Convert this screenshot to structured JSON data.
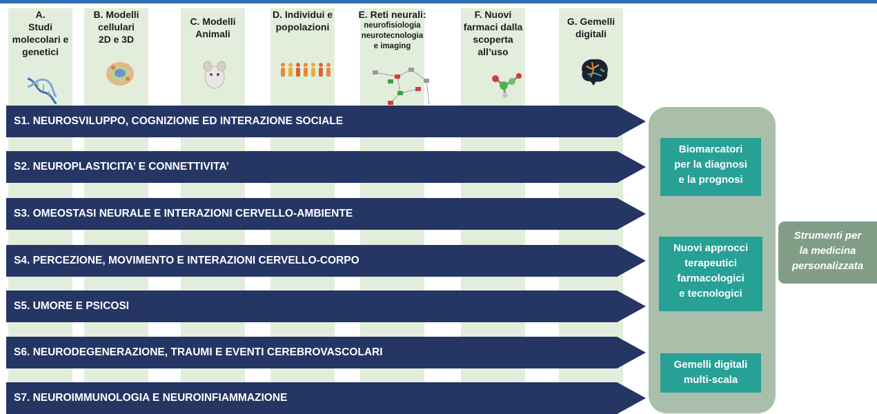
{
  "columns": [
    {
      "label": "A.\nStudi\nmolecolari e\ngenetici",
      "icon": "dna-icon"
    },
    {
      "label": "B. Modelli\ncellulari\n2D e 3D",
      "icon": "cell-icon"
    },
    {
      "label": "C. Modelli\nAnimali",
      "icon": "mouse-icon"
    },
    {
      "label": "D. Individui e\npopolazioni",
      "icon": "people-icon"
    },
    {
      "label_line1": "E. Reti neurali:",
      "label_rest": "neurofisiologia\nneurotecnologia\ne imaging",
      "icon": "network-icon"
    },
    {
      "label": "F. Nuovi\nfarmaci dalla\nscoperta\nall’uso",
      "icon": "molecule-icon"
    },
    {
      "label": "G. Gemelli\ndigitali",
      "icon": "digital-brain-icon"
    }
  ],
  "themes": [
    "S1. NEUROSVILUPPO, COGNIZIONE ED INTERAZIONE SOCIALE",
    "S2. NEUROPLASTICITA’ E CONNETTIVITA’",
    "S3. OMEOSTASI NEURALE E INTERAZIONI CERVELLO-AMBIENTE",
    "S4. PERCEZIONE, MOVIMENTO E INTERAZIONI CERVELLO-CORPO",
    "S5. UMORE E PSICOSI",
    "S6. NEURODEGENERAZIONE, TRAUMI E EVENTI CEREBROVASCOLARI",
    "S7. NEUROIMMUNOLOGIA E NEUROINFIAMMAZIONE"
  ],
  "outputs": [
    "Biomarcatori\nper la diagnosi\ne la prognosi",
    "Nuovi approcci\nterapeutici\nfarmacologici\ne tecnologici",
    "Gemelli digitali\nmulti-scala"
  ],
  "final": "Strumenti per\nla medicina\npersonalizzata",
  "colors": {
    "arrow": "#253564",
    "column": "#e2eedb",
    "teal": "#27a096",
    "pill": "#a9bfa9",
    "final": "#829d86"
  }
}
